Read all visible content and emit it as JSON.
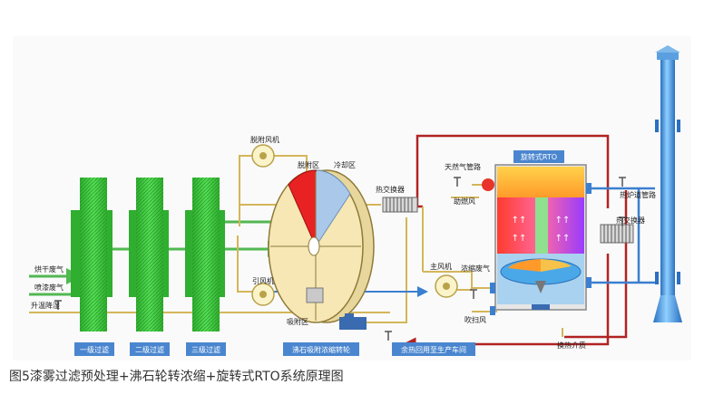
{
  "labels": {
    "adsorption_fan": "脱附风机",
    "desorption_zone": "脱附区",
    "cooling_zone": "冷却区",
    "heat_exchanger_1": "热交换器",
    "natural_gas": "天然气管路",
    "combustion_fan": "助燃风",
    "rto_title": "旋转式RTO",
    "heat_recovery": "热炉道管路",
    "heat_exchanger_2": "热交换器",
    "main_fan": "主风机",
    "concentrated_gas": "浓缩废气",
    "purge_air": "吹扫风",
    "induced_fan": "引风机",
    "adsorption_zone": "吸附区",
    "drying_gas": "烘干废气",
    "spray_gas": "喷漆废气",
    "cooling_spray": "升温降湿",
    "heat_medium": "换热介质"
  },
  "boxes": {
    "filter1": "一级过滤",
    "filter2": "二级过滤",
    "filter3": "三级过滤",
    "zeolite": "沸石吸附浓缩转轮",
    "waste_heat": "余热回用至生产车间"
  },
  "caption": "图5漆雾过滤预处理+沸石轮转浓缩+旋转式RTO系统原理图",
  "colors": {
    "filter_green": "#3ec93e",
    "pipe_green": "#52b852",
    "pipe_red": "#b22222",
    "pipe_blue": "#3b7fd0",
    "wheel_fill": "#f6e7b4",
    "rto_hot": "#e8342a",
    "label_box": "#4a86cf",
    "stack_blue": "#3a8ee0"
  }
}
